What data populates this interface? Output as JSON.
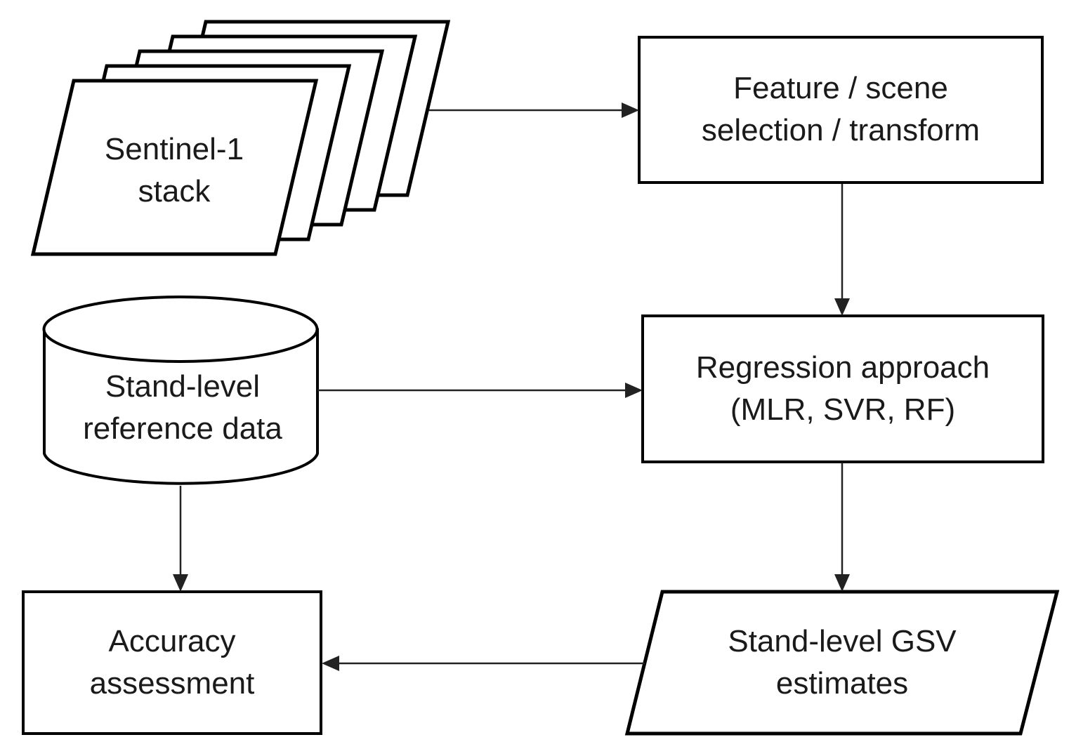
{
  "colors": {
    "background": "#ffffff",
    "shape_fill": "#ffffff",
    "shape_stroke": "#000000",
    "arrow": "#222222",
    "text": "#1a1a1a"
  },
  "diagram": {
    "type": "flowchart",
    "nodes": {
      "sentinel_stack": {
        "shape": "stacked-sheets",
        "sheet_count": 5,
        "label": "Sentinel-1 stack",
        "lines": [
          "Sentinel-1",
          "stack"
        ]
      },
      "feature_selection": {
        "shape": "rectangle",
        "label": "Feature / scene selection / transform",
        "lines": [
          "Feature / scene",
          "selection / transform"
        ]
      },
      "reference_data": {
        "shape": "cylinder",
        "label": "Stand-level reference data",
        "lines": [
          "Stand-level",
          "reference data"
        ]
      },
      "regression": {
        "shape": "rectangle",
        "label": "Regression approach (MLR, SVR, RF)",
        "lines": [
          "Regression approach",
          "(MLR, SVR, RF)"
        ]
      },
      "gsv_estimates": {
        "shape": "parallelogram",
        "label": "Stand-level GSV estimates",
        "lines": [
          "Stand-level GSV",
          "estimates"
        ]
      },
      "accuracy": {
        "shape": "rectangle",
        "label": "Accuracy assessment",
        "lines": [
          "Accuracy",
          "assessment"
        ]
      }
    },
    "edges": [
      {
        "from": "sentinel_stack",
        "to": "feature_selection",
        "direction": "right"
      },
      {
        "from": "feature_selection",
        "to": "regression",
        "direction": "down"
      },
      {
        "from": "reference_data",
        "to": "regression",
        "direction": "right"
      },
      {
        "from": "regression",
        "to": "gsv_estimates",
        "direction": "down"
      },
      {
        "from": "gsv_estimates",
        "to": "accuracy",
        "direction": "left"
      },
      {
        "from": "reference_data",
        "to": "accuracy",
        "direction": "down"
      }
    ]
  }
}
